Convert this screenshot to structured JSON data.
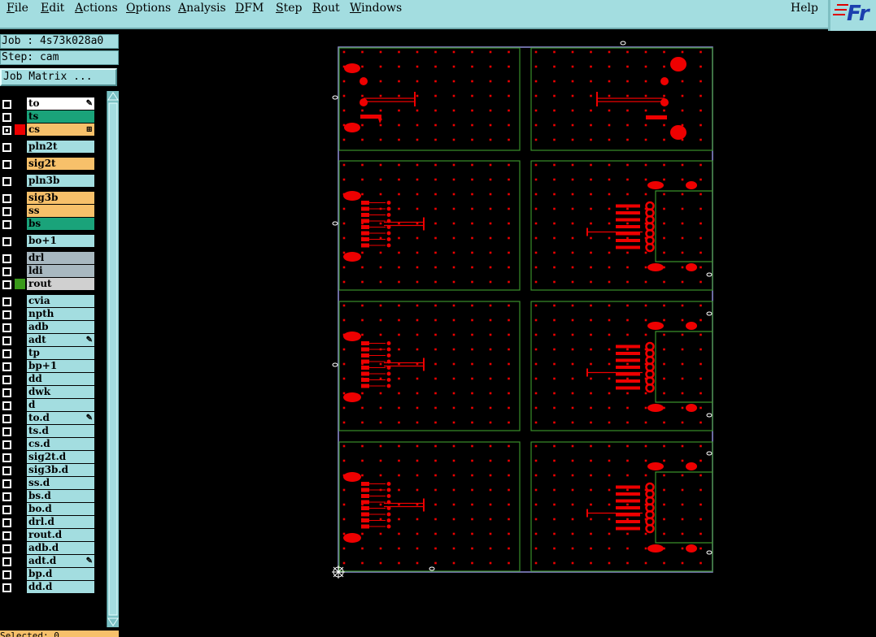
{
  "menu": [
    {
      "pre": "",
      "mn": "F",
      "post": "ile"
    },
    {
      "pre": "",
      "mn": "E",
      "post": "dit"
    },
    {
      "pre": "",
      "mn": "A",
      "post": "ctions"
    },
    {
      "pre": "",
      "mn": "O",
      "post": "ptions"
    },
    {
      "pre": "",
      "mn": "A",
      "post": "nalysis"
    },
    {
      "pre": "",
      "mn": "D",
      "post": "FM"
    },
    {
      "pre": "",
      "mn": "S",
      "post": "tep"
    },
    {
      "pre": "",
      "mn": "R",
      "post": "out"
    },
    {
      "pre": "",
      "mn": "W",
      "post": "indows"
    }
  ],
  "help_label": "Help",
  "logo_text": "Fr",
  "job_label": "Job : 4s73k028a0",
  "step_label": "Step: cam",
  "job_matrix_label": "Job Matrix ...",
  "bottom_label": "Selected: 0",
  "colors": {
    "menu_bg": "#a3dde0",
    "feature_red": "#ee0000",
    "profile_green": "#3a8f2a",
    "profile_outline": "#8f8fd8",
    "layer_teal": "#a3dde0",
    "layer_orange": "#f7c06a",
    "layer_green": "#1aa37a",
    "layer_grey": "#a8b8c0",
    "layer_lightgrey": "#d0d0d0",
    "layer_white": "#ffffff"
  },
  "layers": [
    {
      "name": "to",
      "bg": "#ffffff",
      "swatch": "",
      "pen": true,
      "checked": false
    },
    {
      "name": "ts",
      "bg": "#1aa37a",
      "swatch": "",
      "pen": false,
      "checked": false
    },
    {
      "name": "cs",
      "bg": "#f7c06a",
      "swatch": "#ee0000",
      "pen": false,
      "checked": true,
      "mark": true
    },
    {
      "name": "pln2t",
      "bg": "#a3dde0",
      "swatch": "",
      "pen": false,
      "checked": false,
      "gap": true
    },
    {
      "name": "sig2t",
      "bg": "#f7c06a",
      "swatch": "",
      "pen": false,
      "checked": false,
      "gap": true
    },
    {
      "name": "pln3b",
      "bg": "#a3dde0",
      "swatch": "",
      "pen": false,
      "checked": false,
      "gap": true
    },
    {
      "name": "sig3b",
      "bg": "#f7c06a",
      "swatch": "",
      "pen": false,
      "checked": false,
      "gap": true
    },
    {
      "name": "ss",
      "bg": "#f7c06a",
      "swatch": "",
      "pen": false,
      "checked": false
    },
    {
      "name": "bs",
      "bg": "#1aa37a",
      "swatch": "",
      "pen": false,
      "checked": false
    },
    {
      "name": "bo+1",
      "bg": "#a3dde0",
      "swatch": "",
      "pen": false,
      "checked": false,
      "gap": true
    },
    {
      "name": "drl",
      "bg": "#a8b8c0",
      "swatch": "",
      "pen": false,
      "checked": false,
      "gap": true
    },
    {
      "name": "ldi",
      "bg": "#a8b8c0",
      "swatch": "",
      "pen": false,
      "checked": false
    },
    {
      "name": "rout",
      "bg": "#d0d0d0",
      "swatch": "#3a9a1a",
      "pen": false,
      "checked": false
    },
    {
      "name": "cvia",
      "bg": "#a3dde0",
      "swatch": "",
      "pen": false,
      "checked": false,
      "gap": true
    },
    {
      "name": "npth",
      "bg": "#a3dde0",
      "swatch": "",
      "pen": false,
      "checked": false
    },
    {
      "name": "adb",
      "bg": "#a3dde0",
      "swatch": "",
      "pen": false,
      "checked": false
    },
    {
      "name": "adt",
      "bg": "#a3dde0",
      "swatch": "",
      "pen": true,
      "checked": false
    },
    {
      "name": "tp",
      "bg": "#a3dde0",
      "swatch": "",
      "pen": false,
      "checked": false
    },
    {
      "name": "bp+1",
      "bg": "#a3dde0",
      "swatch": "",
      "pen": false,
      "checked": false
    },
    {
      "name": "dd",
      "bg": "#a3dde0",
      "swatch": "",
      "pen": false,
      "checked": false
    },
    {
      "name": "dwk",
      "bg": "#a3dde0",
      "swatch": "",
      "pen": false,
      "checked": false
    },
    {
      "name": "d",
      "bg": "#a3dde0",
      "swatch": "",
      "pen": false,
      "checked": false
    },
    {
      "name": "to.d",
      "bg": "#a3dde0",
      "swatch": "",
      "pen": true,
      "checked": false
    },
    {
      "name": "ts.d",
      "bg": "#a3dde0",
      "swatch": "",
      "pen": false,
      "checked": false
    },
    {
      "name": "cs.d",
      "bg": "#a3dde0",
      "swatch": "",
      "pen": false,
      "checked": false
    },
    {
      "name": "sig2t.d",
      "bg": "#a3dde0",
      "swatch": "",
      "pen": false,
      "checked": false
    },
    {
      "name": "sig3b.d",
      "bg": "#a3dde0",
      "swatch": "",
      "pen": false,
      "checked": false
    },
    {
      "name": "ss.d",
      "bg": "#a3dde0",
      "swatch": "",
      "pen": false,
      "checked": false
    },
    {
      "name": "bs.d",
      "bg": "#a3dde0",
      "swatch": "",
      "pen": false,
      "checked": false
    },
    {
      "name": "bo.d",
      "bg": "#a3dde0",
      "swatch": "",
      "pen": false,
      "checked": false
    },
    {
      "name": "drl.d",
      "bg": "#a3dde0",
      "swatch": "",
      "pen": false,
      "checked": false
    },
    {
      "name": "rout.d",
      "bg": "#a3dde0",
      "swatch": "",
      "pen": false,
      "checked": false
    },
    {
      "name": "adb.d",
      "bg": "#a3dde0",
      "swatch": "",
      "pen": false,
      "checked": false
    },
    {
      "name": "adt.d",
      "bg": "#a3dde0",
      "swatch": "",
      "pen": true,
      "checked": false
    },
    {
      "name": "bp.d",
      "bg": "#a3dde0",
      "swatch": "",
      "pen": false,
      "checked": false
    },
    {
      "name": "dd.d",
      "bg": "#a3dde0",
      "swatch": "",
      "pen": false,
      "checked": false
    }
  ]
}
